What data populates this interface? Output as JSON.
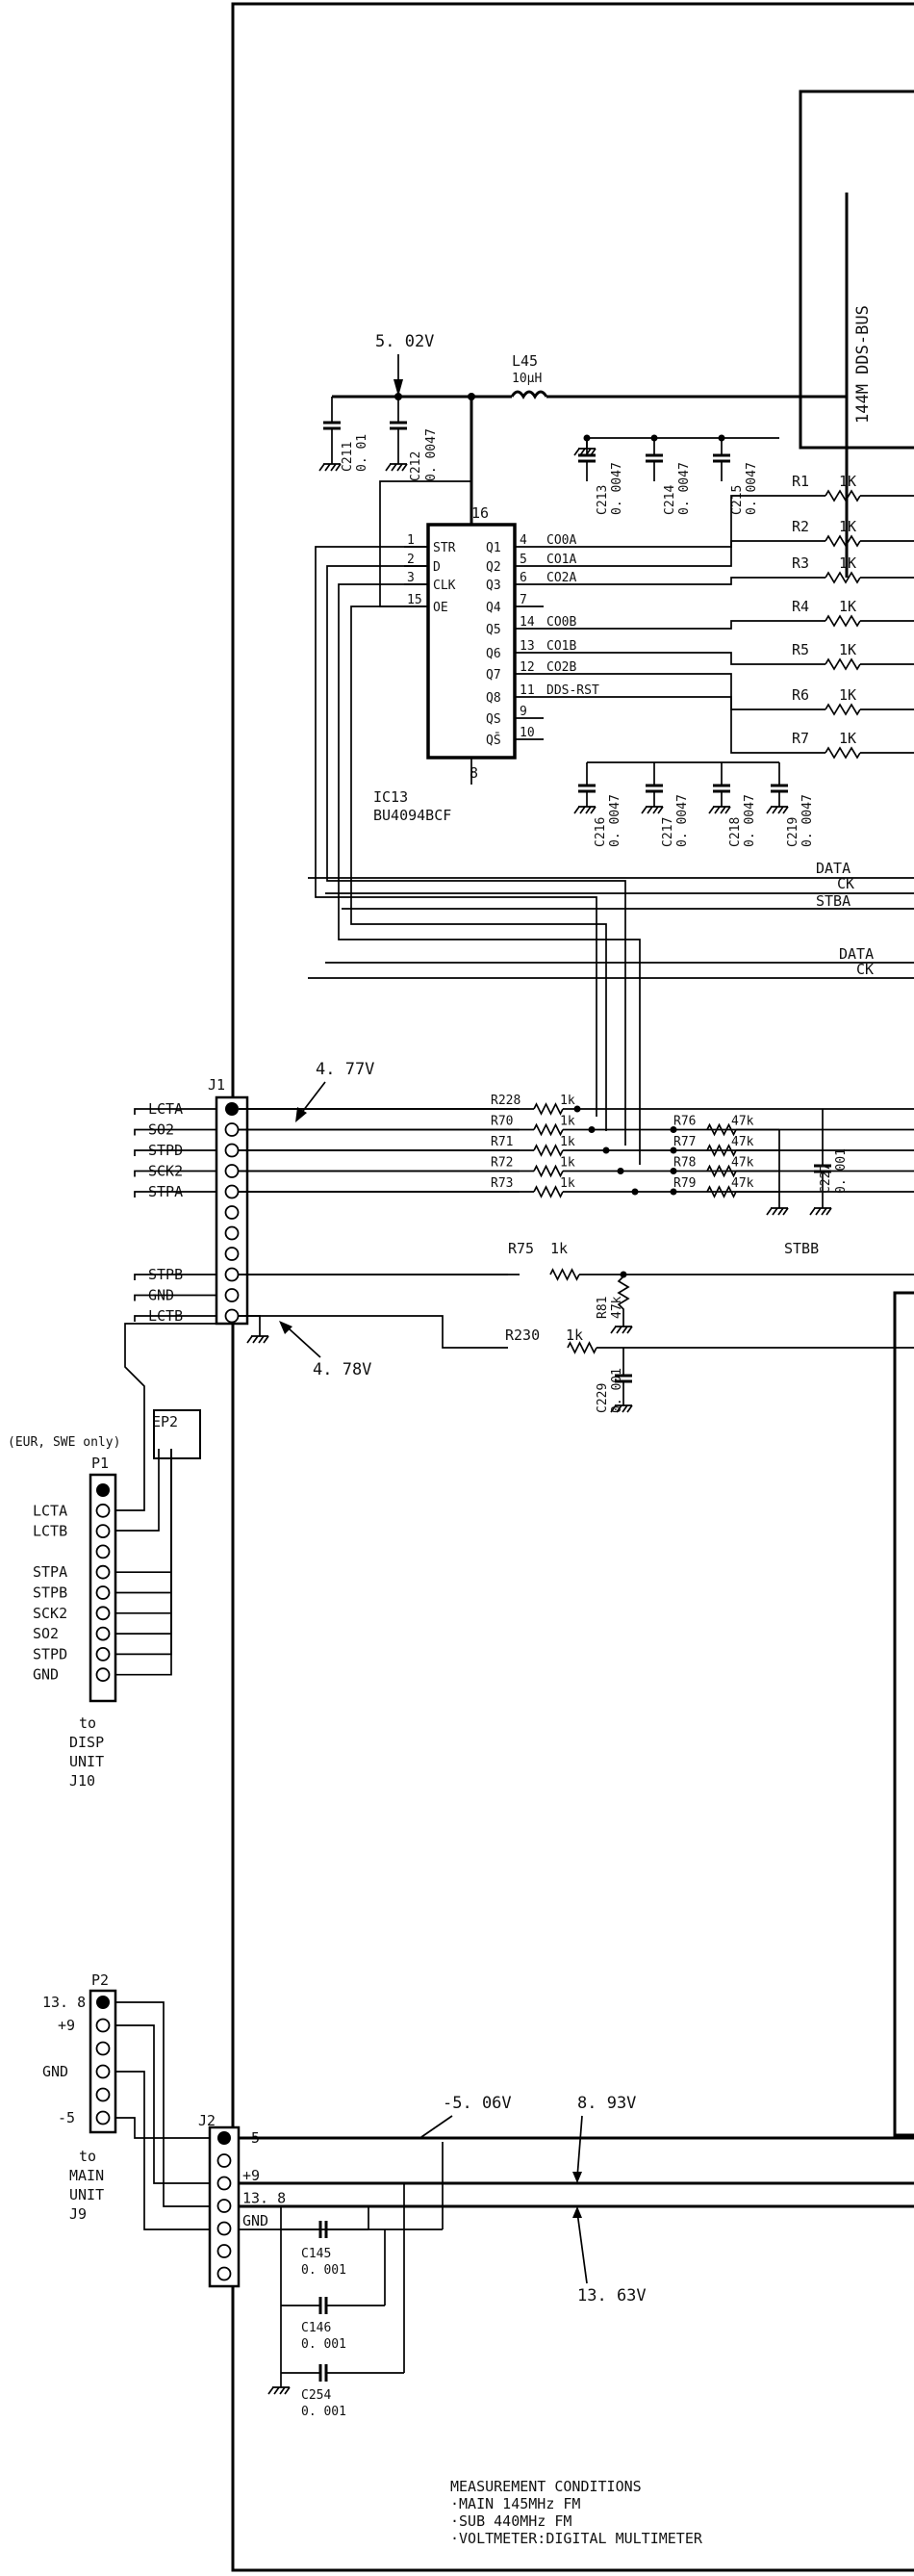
{
  "voltages": {
    "v_502": "5. 02V",
    "v_477": "4. 77V",
    "v_478": "4. 78V",
    "v_m506": "-5. 06V",
    "v_893": "8. 93V",
    "v_1363": "13. 63V"
  },
  "bus": {
    "label": "144M DDS-BUS"
  },
  "inductor": {
    "ref": "L45",
    "value": "10μH"
  },
  "caps": {
    "c211": {
      "ref": "C211",
      "val": "0. 01"
    },
    "c212": {
      "ref": "C212",
      "val": "0. 0047"
    },
    "c213": {
      "ref": "C213",
      "val": "0. 0047"
    },
    "c214": {
      "ref": "C214",
      "val": "0. 0047"
    },
    "c215": {
      "ref": "C215",
      "val": "0. 0047"
    },
    "c216": {
      "ref": "C216",
      "val": "0. 0047"
    },
    "c217": {
      "ref": "C217",
      "val": "0. 0047"
    },
    "c218": {
      "ref": "C218",
      "val": "0. 0047"
    },
    "c219": {
      "ref": "C219",
      "val": "0. 0047"
    },
    "c227": {
      "ref": "C227",
      "val": "0. 001"
    },
    "c229": {
      "ref": "C229",
      "val": "0. 001"
    },
    "c145": {
      "ref": "C145",
      "val": "0. 001"
    },
    "c146": {
      "ref": "C146",
      "val": "0. 001"
    },
    "c254": {
      "ref": "C254",
      "val": "0. 001"
    }
  },
  "ic13": {
    "ref": "IC13",
    "part": "BU4094BCF",
    "vdd_pin": "16",
    "gnd_pin": "8",
    "left_pins": [
      {
        "num": "1",
        "name": "STR"
      },
      {
        "num": "2",
        "name": "D"
      },
      {
        "num": "3",
        "name": "CLK"
      },
      {
        "num": "15",
        "name": "OE"
      }
    ],
    "right_pins": [
      {
        "name": "Q1",
        "num": "4",
        "net": "CO0A"
      },
      {
        "name": "Q2",
        "num": "5",
        "net": "CO1A"
      },
      {
        "name": "Q3",
        "num": "6",
        "net": "CO2A"
      },
      {
        "name": "Q4",
        "num": "7",
        "net": ""
      },
      {
        "name": "Q5",
        "num": "14",
        "net": "CO0B"
      },
      {
        "name": "Q6",
        "num": "13",
        "net": "CO1B"
      },
      {
        "name": "Q7",
        "num": "12",
        "net": "CO2B"
      },
      {
        "name": "Q8",
        "num": "11",
        "net": "DDS-RST"
      },
      {
        "name": "QS",
        "num": "9",
        "net": ""
      },
      {
        "name": "QS̄",
        "num": "10",
        "net": ""
      }
    ]
  },
  "r_bank": [
    {
      "ref": "R1",
      "val": "1K"
    },
    {
      "ref": "R2",
      "val": "1K"
    },
    {
      "ref": "R3",
      "val": "1K"
    },
    {
      "ref": "R4",
      "val": "1K"
    },
    {
      "ref": "R5",
      "val": "1K"
    },
    {
      "ref": "R6",
      "val": "1K"
    },
    {
      "ref": "R7",
      "val": "1K"
    }
  ],
  "bus_nets": {
    "data_a": "DATA",
    "ck_a": "CK",
    "stba": "STBA",
    "data_b": "DATA",
    "ck_b": "CK",
    "stbb": "STBB"
  },
  "j1": {
    "ref": "J1",
    "pins": [
      "LCTA",
      "SO2",
      "STPD",
      "SCK2",
      "STPA",
      "",
      "",
      "",
      "STPB",
      "GND",
      "LCTB"
    ]
  },
  "series_r": [
    {
      "ref": "R228",
      "val": "1k"
    },
    {
      "ref": "R70",
      "val": "1k"
    },
    {
      "ref": "R71",
      "val": "1k"
    },
    {
      "ref": "R72",
      "val": "1k"
    },
    {
      "ref": "R73",
      "val": "1k"
    }
  ],
  "pull_r": [
    {
      "ref": "R76",
      "val": "47k"
    },
    {
      "ref": "R77",
      "val": "47k"
    },
    {
      "ref": "R78",
      "val": "47k"
    },
    {
      "ref": "R79",
      "val": "47k"
    }
  ],
  "r75": {
    "ref": "R75",
    "val": "1k"
  },
  "r81": {
    "ref": "R81",
    "val": "47k"
  },
  "r230": {
    "ref": "R230",
    "val": "1k"
  },
  "ep2": {
    "ref": "EP2",
    "note": "(EUR, SWE only)"
  },
  "p1": {
    "ref": "P1",
    "pins": [
      "",
      "LCTA",
      "LCTB",
      "",
      "STPA",
      "STPB",
      "SCK2",
      "SO2",
      "STPD",
      "GND"
    ],
    "dest": [
      "to",
      "DISP",
      "UNIT",
      "J10"
    ]
  },
  "p2": {
    "ref": "P2",
    "pins": [
      "13. 8",
      "+9",
      "",
      "GND",
      "",
      "-5"
    ],
    "dest": [
      "to",
      "MAIN",
      "UNIT",
      "J9"
    ]
  },
  "j2": {
    "ref": "J2",
    "pins": [
      "-5",
      "",
      "+9",
      "13. 8",
      "GND",
      "",
      ""
    ]
  },
  "measurement": {
    "title": "MEASUREMENT CONDITIONS",
    "lines": [
      "·MAIN 145MHz FM",
      "·SUB  440MHz FM",
      "·VOLTMETER:DIGITAL MULTIMETER"
    ]
  }
}
